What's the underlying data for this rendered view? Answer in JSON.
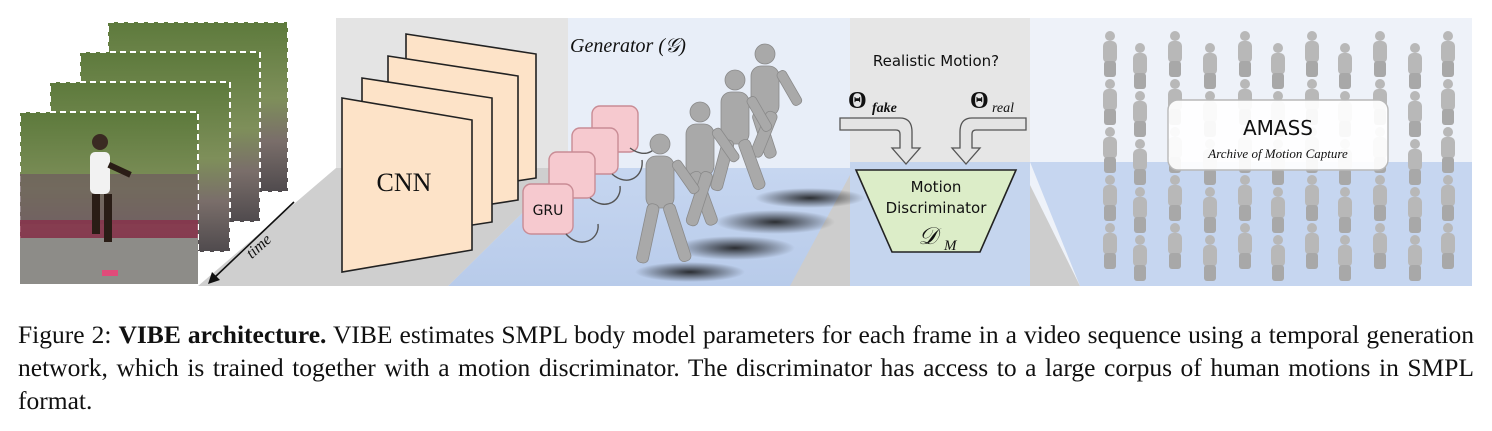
{
  "figure": {
    "time_label": "time",
    "cnn_label": "CNN",
    "generator_label": "Generator (𝒢)",
    "gru_label": "GRU",
    "realistic_question": "Realistic Motion?",
    "theta_fake": "Θ",
    "theta_fake_sub": "fake",
    "theta_real": "Θ",
    "theta_real_sub": "real",
    "discriminator_line1": "Motion",
    "discriminator_line2": "Discriminator",
    "discriminator_symbol": "𝒟",
    "discriminator_sub": "M",
    "amass_title": "AMASS",
    "amass_subtitle": "Archive of Motion Capture",
    "colors": {
      "cnn_fill": "#fde3c8",
      "gru_fill": "#f6c9cf",
      "gru_stroke": "#c98c95",
      "generator_bg": "#e6ecf6",
      "floor_blue": "#c9d8f0",
      "grey_panel": "#d7d7d7",
      "discriminator_fill": "#dcedc8",
      "arrow_fill": "#e4e4e4"
    }
  },
  "caption": {
    "figure_num": "Figure 2:",
    "title": "VIBE architecture.",
    "text": "VIBE estimates SMPL body model parameters for each frame in a video sequence using a temporal generation network, which is trained together with a motion discriminator. The discriminator has access to a large corpus of human motions in SMPL format."
  }
}
